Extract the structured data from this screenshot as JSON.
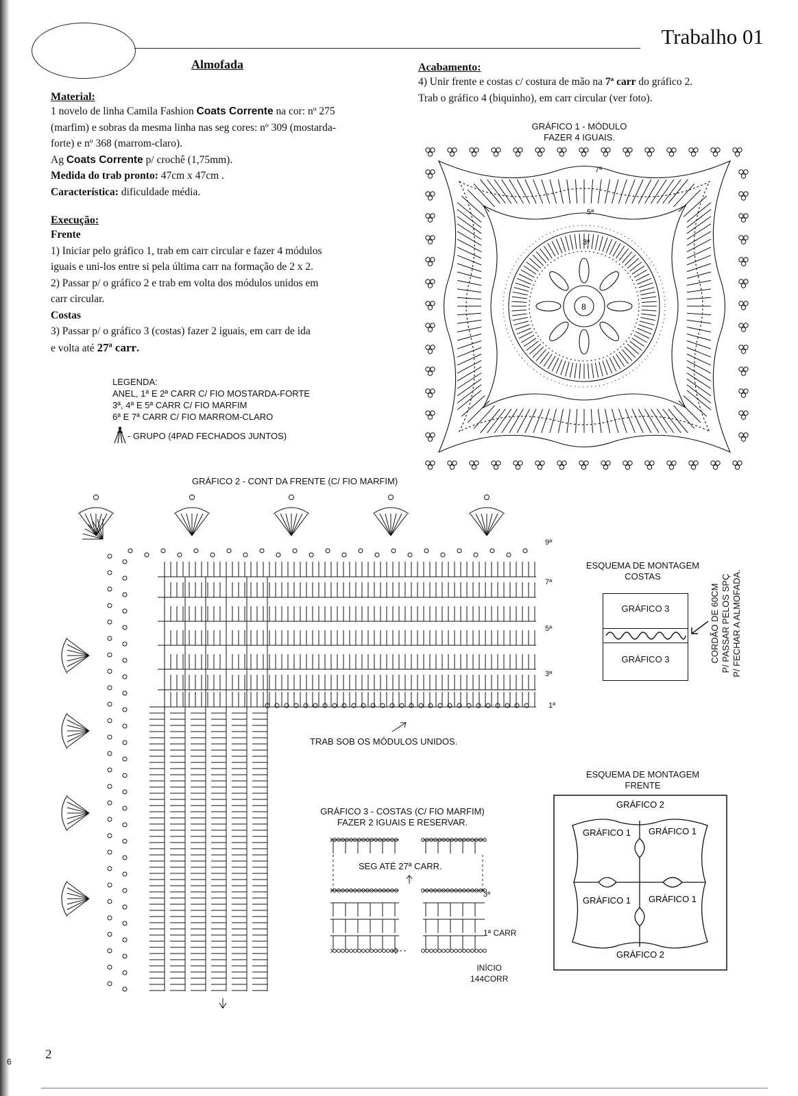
{
  "header": {
    "title": "Trabalho 01",
    "page_number": "2",
    "side_number": "6"
  },
  "project_title": "Almofada",
  "material": {
    "heading": "Material:",
    "line1_a": "1 novelo de linha Camila Fashion ",
    "line1_brand": "Coats Corrente",
    "line1_b": " na cor: nº 275",
    "line2": "(marfim) e sobras da mesma linha nas seg cores: nº 309 (mostarda-",
    "line3": "forte) e nº 368 (marrom-claro).",
    "line4_a": "Ag ",
    "line4_brand": "Coats Corrente",
    "line4_b": " p/ crochê (1,75mm).",
    "measure_label": "Medida do trab pronto:",
    "measure_value": " 47cm x 47cm .",
    "feature_label": "Característica:",
    "feature_value": " dificuldade média."
  },
  "execucao": {
    "heading": "Execução:",
    "front_heading": "Frente",
    "step1_line1": "1) Iniciar pelo gráfico 1, trab em carr circular e fazer 4 módulos",
    "step1_line2": "iguais e uni-los entre si pela última carr na formação de 2 x 2.",
    "step2_line1": "2) Passar p/ o gráfico 2 e trab em volta dos módulos unidos em",
    "step2_line2": "carr circular.",
    "back_heading": "Costas",
    "step3_line1": "3) Passar p/ o gráfico 3 (costas) fazer 2 iguais, em carr de ida",
    "step3_line2_a": "e volta até ",
    "step3_line2_b": "27ª carr",
    "step3_line2_c": "."
  },
  "acabamento": {
    "heading": "Acabamento:",
    "line1_a": "4) Unir frente e costas c/ costura de mão na ",
    "line1_b": "7ª carr",
    "line1_c": " do gráfico 2.",
    "line2": "Trab o gráfico 4 (biquinho), em carr circular (ver foto)."
  },
  "legend": {
    "title": "LEGENDA:",
    "line1": "ANEL, 1ª E 2ª CARR C/ FIO MOSTARDA-FORTE",
    "line2": "3ª, 4ª E 5ª CARR C/ FIO MARFIM",
    "line3": "6ª E 7ª CARR C/ FIO MARROM-CLARO",
    "line4": "- GRUPO (4PAD FECHADOS JUNTOS)"
  },
  "chart1": {
    "title_line1": "GRÁFICO 1 - MÓDULO",
    "title_line2": "FAZER 4 IGUAIS.",
    "labels": {
      "r7": "7ª",
      "r5": "5ª",
      "r3": "3ª",
      "center": "8"
    }
  },
  "chart2": {
    "title": "GRÁFICO 2 - CONT DA FRENTE (C/ FIO MARFIM)",
    "round_labels": [
      "9ª",
      "7ª",
      "5ª",
      "3ª",
      "1ª"
    ],
    "note": "TRAB SOB OS MÓDULOS UNIDOS."
  },
  "chart3": {
    "title_line1": "GRÁFICO 3 - COSTAS (C/ FIO MARFIM)",
    "title_line2": "FAZER 2 IGUAIS E RESERVAR.",
    "repeat_note": "SEG ATÉ 27ª CARR.",
    "row3": "3ª",
    "row1": "1ª CARR",
    "start_line1": "INÍCIO",
    "start_line2": "144CORR"
  },
  "assembly_back": {
    "title_line1": "ESQUEMA DE MONTAGEM",
    "title_line2": "COSTAS",
    "box_top": "GRÁFICO 3",
    "box_bottom": "GRÁFICO 3",
    "cord_line1": "CORDÃO DE 60CM",
    "cord_line2": "P/ PASSAR PELOS SPÇ",
    "cord_line3": "P/ FECHAR A ALMOFADA."
  },
  "assembly_front": {
    "title_line1": "ESQUEMA DE MONTAGEM",
    "title_line2": "FRENTE",
    "top": "GRÁFICO 2",
    "bottom": "GRÁFICO 2",
    "tl": "GRÁFICO 1",
    "tr": "GRÁFICO 1",
    "bl": "GRÁFICO 1",
    "br": "GRÁFICO 1"
  }
}
